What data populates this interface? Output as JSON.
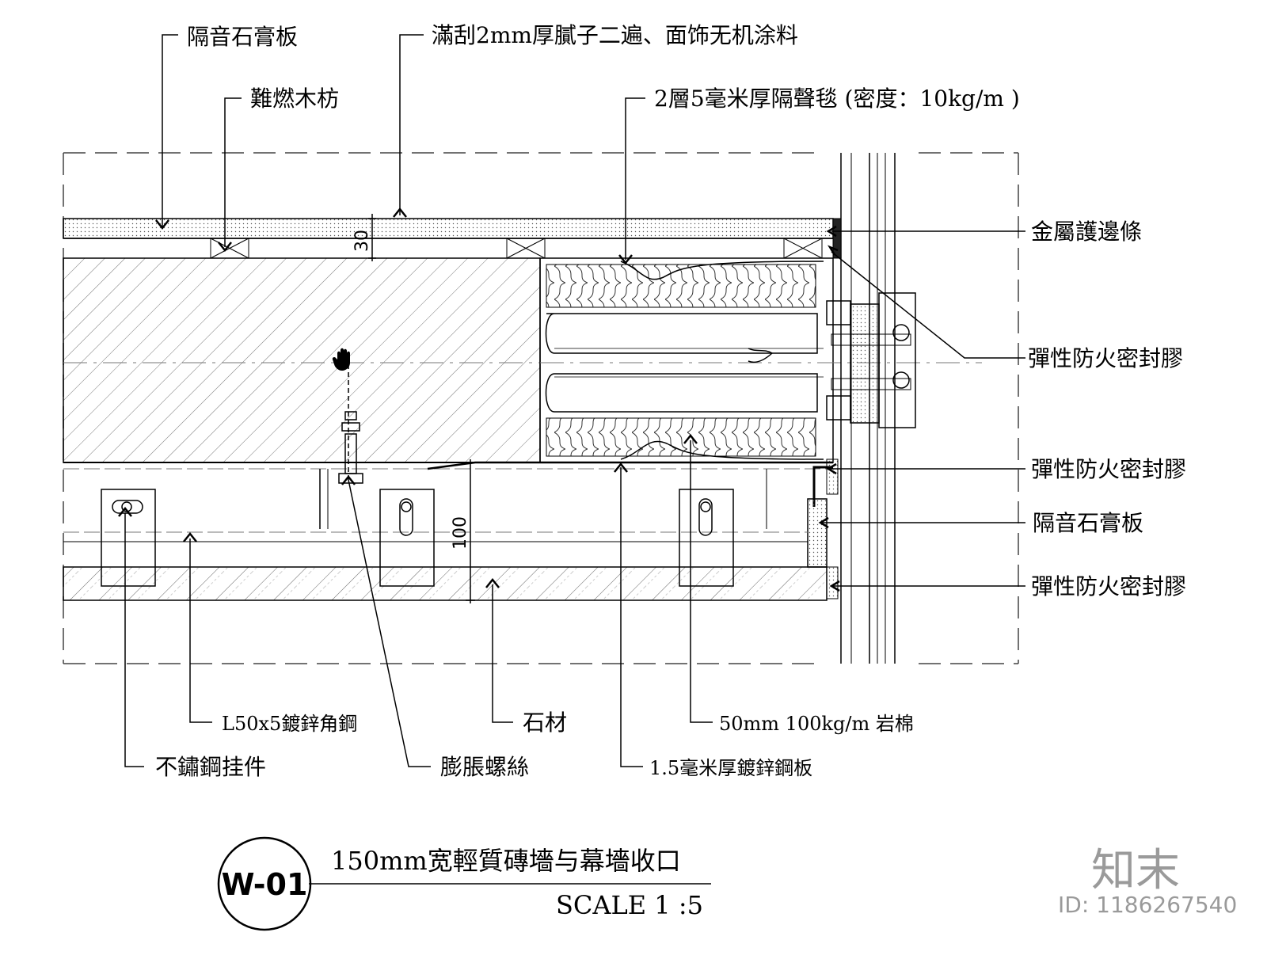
{
  "drawing": {
    "code": "W-01",
    "title": "150mm宽輕質磚墻与幕墻收口",
    "scale": "SCALE 1 :5"
  },
  "callouts_top": {
    "gypsum_top": "隔音石膏板",
    "putty": "滿刮2mm厚膩子二遍、面饰无机涂料",
    "wood_batten": "難燃木枋",
    "acoustic_blanket": "2層5毫米厚隔聲毯 (密度：10kg/m )"
  },
  "callouts_right": {
    "metal_trim": "金屬護邊條",
    "sealant_1": "彈性防火密封膠",
    "sealant_2": "彈性防火密封膠",
    "gypsum_right": "隔音石膏板",
    "sealant_3": "彈性防火密封膠"
  },
  "callouts_bottom": {
    "angle_steel": "L50x5鍍鋅角鋼",
    "stone": "石材",
    "rock_wool": "50mm 100kg/m 岩棉",
    "hanger": "不鏽鋼挂件",
    "anchor_bolt": "膨脹螺絲",
    "steel_plate": "1.5毫米厚鍍鋅鋼板"
  },
  "dimensions": {
    "top": "30",
    "bottom": "100"
  },
  "watermark": {
    "brand": "知末",
    "id": "ID: 1186267540"
  },
  "icons": [
    "hand-cursor-icon"
  ]
}
